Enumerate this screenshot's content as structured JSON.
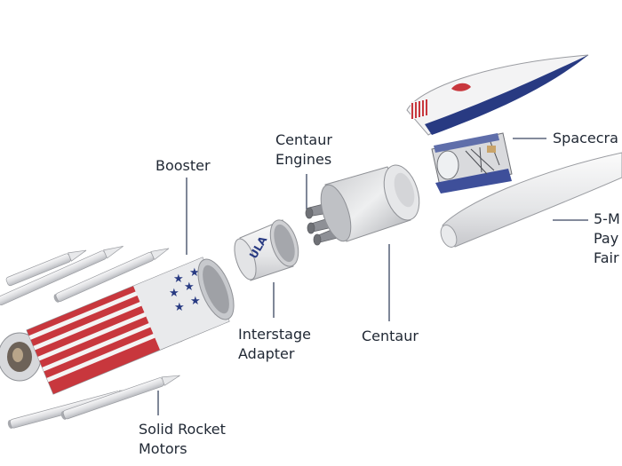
{
  "labels": {
    "spacecraft": "Spacecra",
    "centaur_engines_line1": "Centaur",
    "centaur_engines_line2": "Engines",
    "booster": "Booster",
    "fairing_line1": "5-M",
    "fairing_line2": "Pay",
    "fairing_line3": "Fair",
    "interstage_line1": "Interstage",
    "interstage_line2": "Adapter",
    "centaur": "Centaur",
    "srm_line1": "Solid Rocket",
    "srm_line2": "Motors"
  },
  "logo_text": "ULA",
  "colors": {
    "leader_line": "#3a4660",
    "label_text": "#1f2733",
    "stripe_red": "#c8373d",
    "navy": "#283a82",
    "body_light": "#e8e9eb"
  }
}
